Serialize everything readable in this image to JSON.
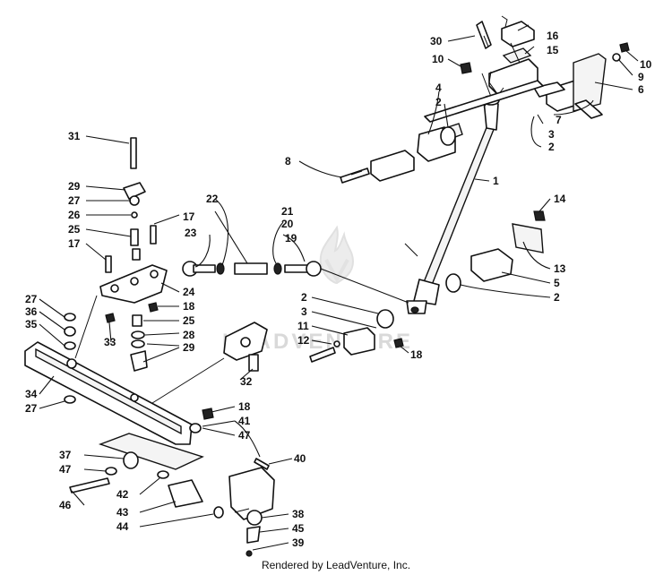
{
  "footer": {
    "text": "Rendered by LeadVenture, Inc."
  },
  "watermark": {
    "text": "LEADVENTURE",
    "logo_icon": "leadventure-flame-icon"
  },
  "callouts": [
    "30",
    "16",
    "15",
    "10",
    "10",
    "9",
    "6",
    "4",
    "2",
    "7",
    "3",
    "2",
    "8",
    "1",
    "31",
    "29",
    "27",
    "26",
    "25",
    "17",
    "22",
    "21",
    "20",
    "19",
    "23",
    "17",
    "14",
    "13",
    "5",
    "2",
    "24",
    "18",
    "25",
    "28",
    "29",
    "33",
    "27",
    "36",
    "35",
    "2",
    "3",
    "11",
    "12",
    "18",
    "32",
    "34",
    "27",
    "18",
    "41",
    "47",
    "40",
    "37",
    "47",
    "46",
    "42",
    "43",
    "44",
    "38",
    "45",
    "39"
  ]
}
